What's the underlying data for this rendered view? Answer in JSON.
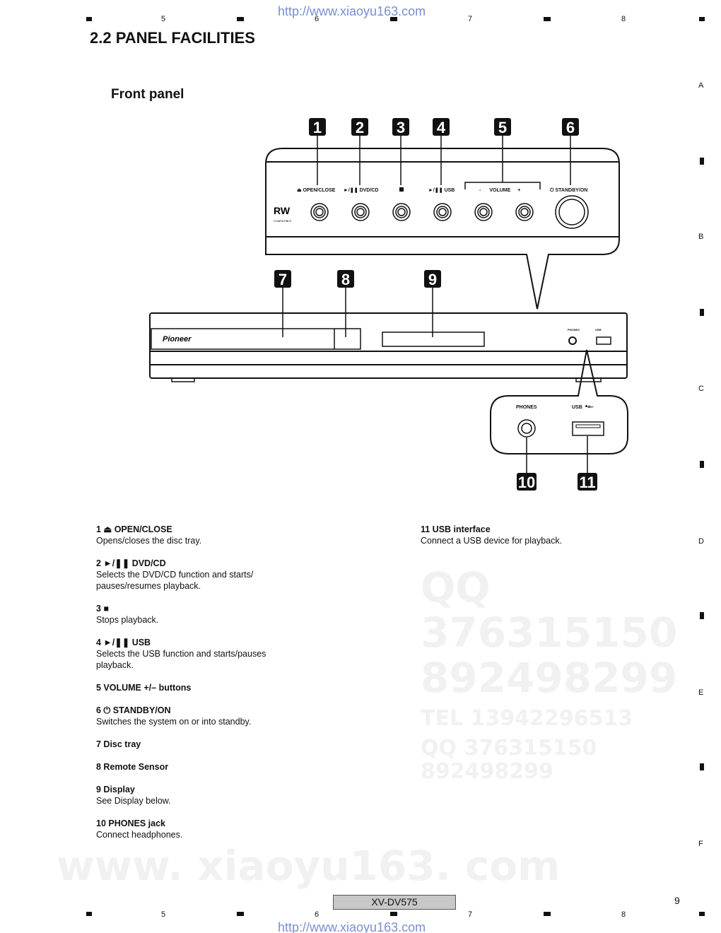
{
  "header": {
    "url": "http://www.xiaoyu163.com",
    "columns": [
      "5",
      "6",
      "7",
      "8"
    ]
  },
  "rows": [
    "A",
    "B",
    "C",
    "D",
    "E",
    "F"
  ],
  "section_title": "2.2  PANEL FACILITIES",
  "subsection_title": "Front panel",
  "watermarks": [
    "QQ 376315150   892498299",
    "TEL  13942296513",
    "QQ  376315150  892498299",
    "www. xiaoyu163. com"
  ],
  "diagram": {
    "callouts": [
      "1",
      "2",
      "3",
      "4",
      "5",
      "6",
      "7",
      "8",
      "9",
      "10",
      "11"
    ],
    "button_labels": {
      "open_close": "OPEN/CLOSE",
      "dvd_cd": "DVD/CD",
      "usb": "USB",
      "volume": "VOLUME",
      "minus": "-",
      "plus": "+",
      "standby": "STANDBY/ON"
    },
    "rw_logo": "RW",
    "rw_sub": "COMPATIBLE",
    "brand": "Pioneer",
    "phones": "PHONES",
    "usb": "USB"
  },
  "items": [
    {
      "head": "1 ⏏ OPEN/CLOSE",
      "desc": "Opens/closes the disc tray."
    },
    {
      "head": "2 ►/❚❚ DVD/CD",
      "desc": "Selects the DVD/CD function and starts/\npauses/resumes playback."
    },
    {
      "head": "3 ■",
      "desc": "Stops playback."
    },
    {
      "head": "4 ►/❚❚ USB",
      "desc": "Selects the USB function and starts/pauses\nplayback."
    },
    {
      "head": "5 VOLUME +/– buttons",
      "desc": ""
    },
    {
      "head": "6 ⏻ STANDBY/ON",
      "desc": "Switches the system on or into standby."
    },
    {
      "head": "7 Disc tray",
      "desc": ""
    },
    {
      "head": "8 Remote Sensor",
      "desc": ""
    },
    {
      "head": "9 Display",
      "desc": "See Display below."
    },
    {
      "head": "10 PHONES jack",
      "desc": "Connect headphones."
    },
    {
      "head": "11 USB interface",
      "desc": "Connect a USB device for playback."
    }
  ],
  "footer": {
    "model": "XV-DV575",
    "page_number": "9",
    "url": "http://www.xiaoyu163.com"
  }
}
